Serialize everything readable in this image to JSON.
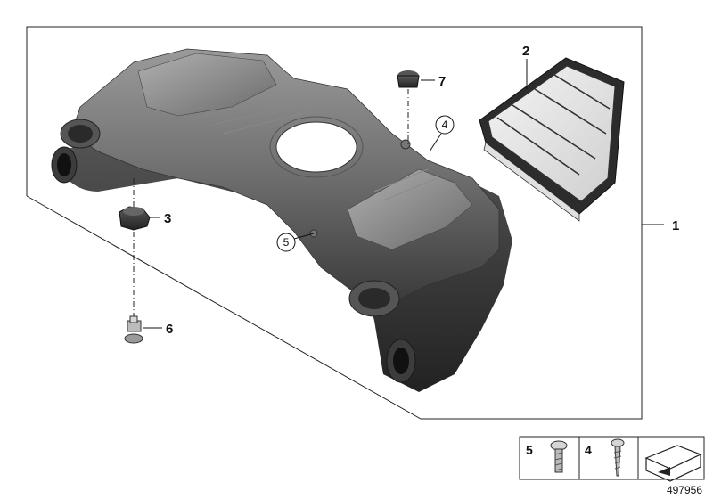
{
  "callouts": {
    "housing_assembly": "1",
    "air_filter_element": "2",
    "rubber_mount": "3",
    "circled_4": "4",
    "circled_5": "5",
    "bolt": "6",
    "grommet": "7"
  },
  "legend": {
    "item_5": "5",
    "item_4": "4"
  },
  "reference_number": "497956",
  "icons": [
    "torx-screw-icon",
    "self-tapping-screw-icon",
    "direction-arrow-icon"
  ]
}
